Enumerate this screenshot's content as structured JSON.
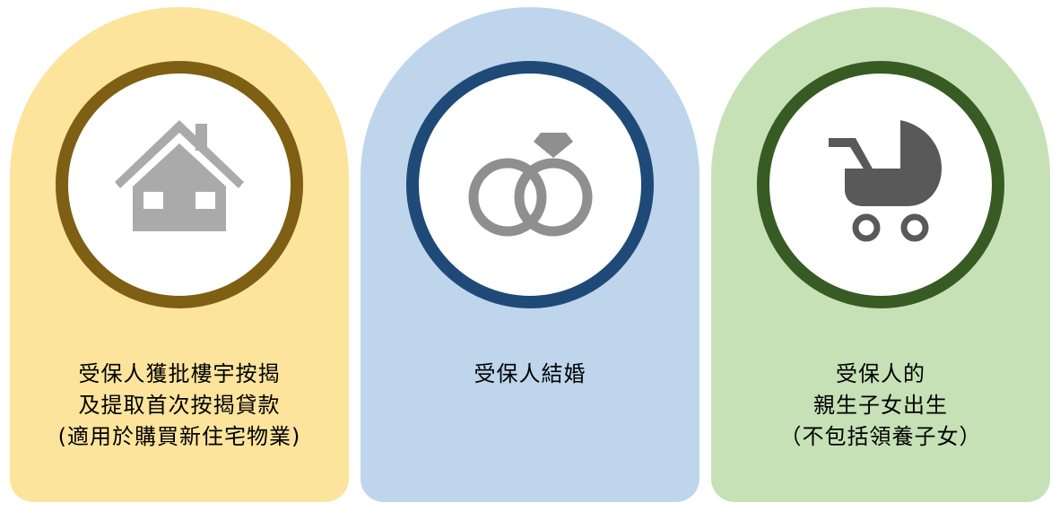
{
  "colors": {
    "card_fill": [
      "#fde49c",
      "#bed5ec",
      "#c7e1b7"
    ],
    "ring_border": [
      "#7e5f13",
      "#1f4a78",
      "#385b24"
    ],
    "icon_house": "#aaaaaa",
    "icon_rings": "#8f8f8f",
    "icon_stroller": "#595959"
  },
  "cards": [
    {
      "icon": "house-icon",
      "lines": [
        "受保人獲批樓宇按揭",
        "及提取首次按揭貸款",
        "(適用於購買新住宅物業)"
      ]
    },
    {
      "icon": "wedding-rings-icon",
      "lines": [
        "受保人結婚"
      ]
    },
    {
      "icon": "baby-stroller-icon",
      "lines": [
        "受保人的",
        "親生子女出生",
        "（不包括領養子女）"
      ]
    }
  ]
}
